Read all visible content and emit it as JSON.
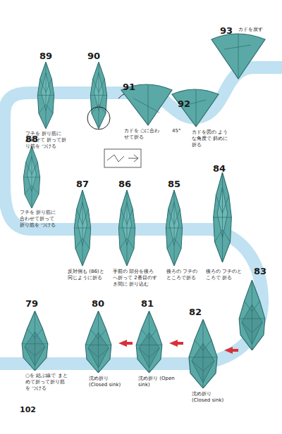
{
  "diagram": {
    "labels": [
      "89",
      "90",
      "93",
      "カドを戻す",
      "91",
      "92",
      "フチを 折り筋に あわせて 折って折り筋を つける",
      "カドを ○に合わせて折る",
      "カドを図の ような角度で 斜めに折る",
      "45°",
      "88",
      "87",
      "86",
      "85",
      "84",
      "フチを 折り筋に 合わせて折って 折り筋を つける",
      "反対側も (86)と 同じように折る",
      "手前の 部分を後ろへ折って 2番目のすき間に 折り込む",
      "後ろの フチのところで折る",
      "後ろの フチのところで 折る",
      "83",
      "79",
      "80",
      "81",
      "82",
      "○を 結ぶ線で まとめて折って折り筋を つける",
      "沈め折り (Closed sink)",
      "沈め折り (Open sink)",
      "沈め折り (Closed sink)",
      "102"
    ]
  }
}
